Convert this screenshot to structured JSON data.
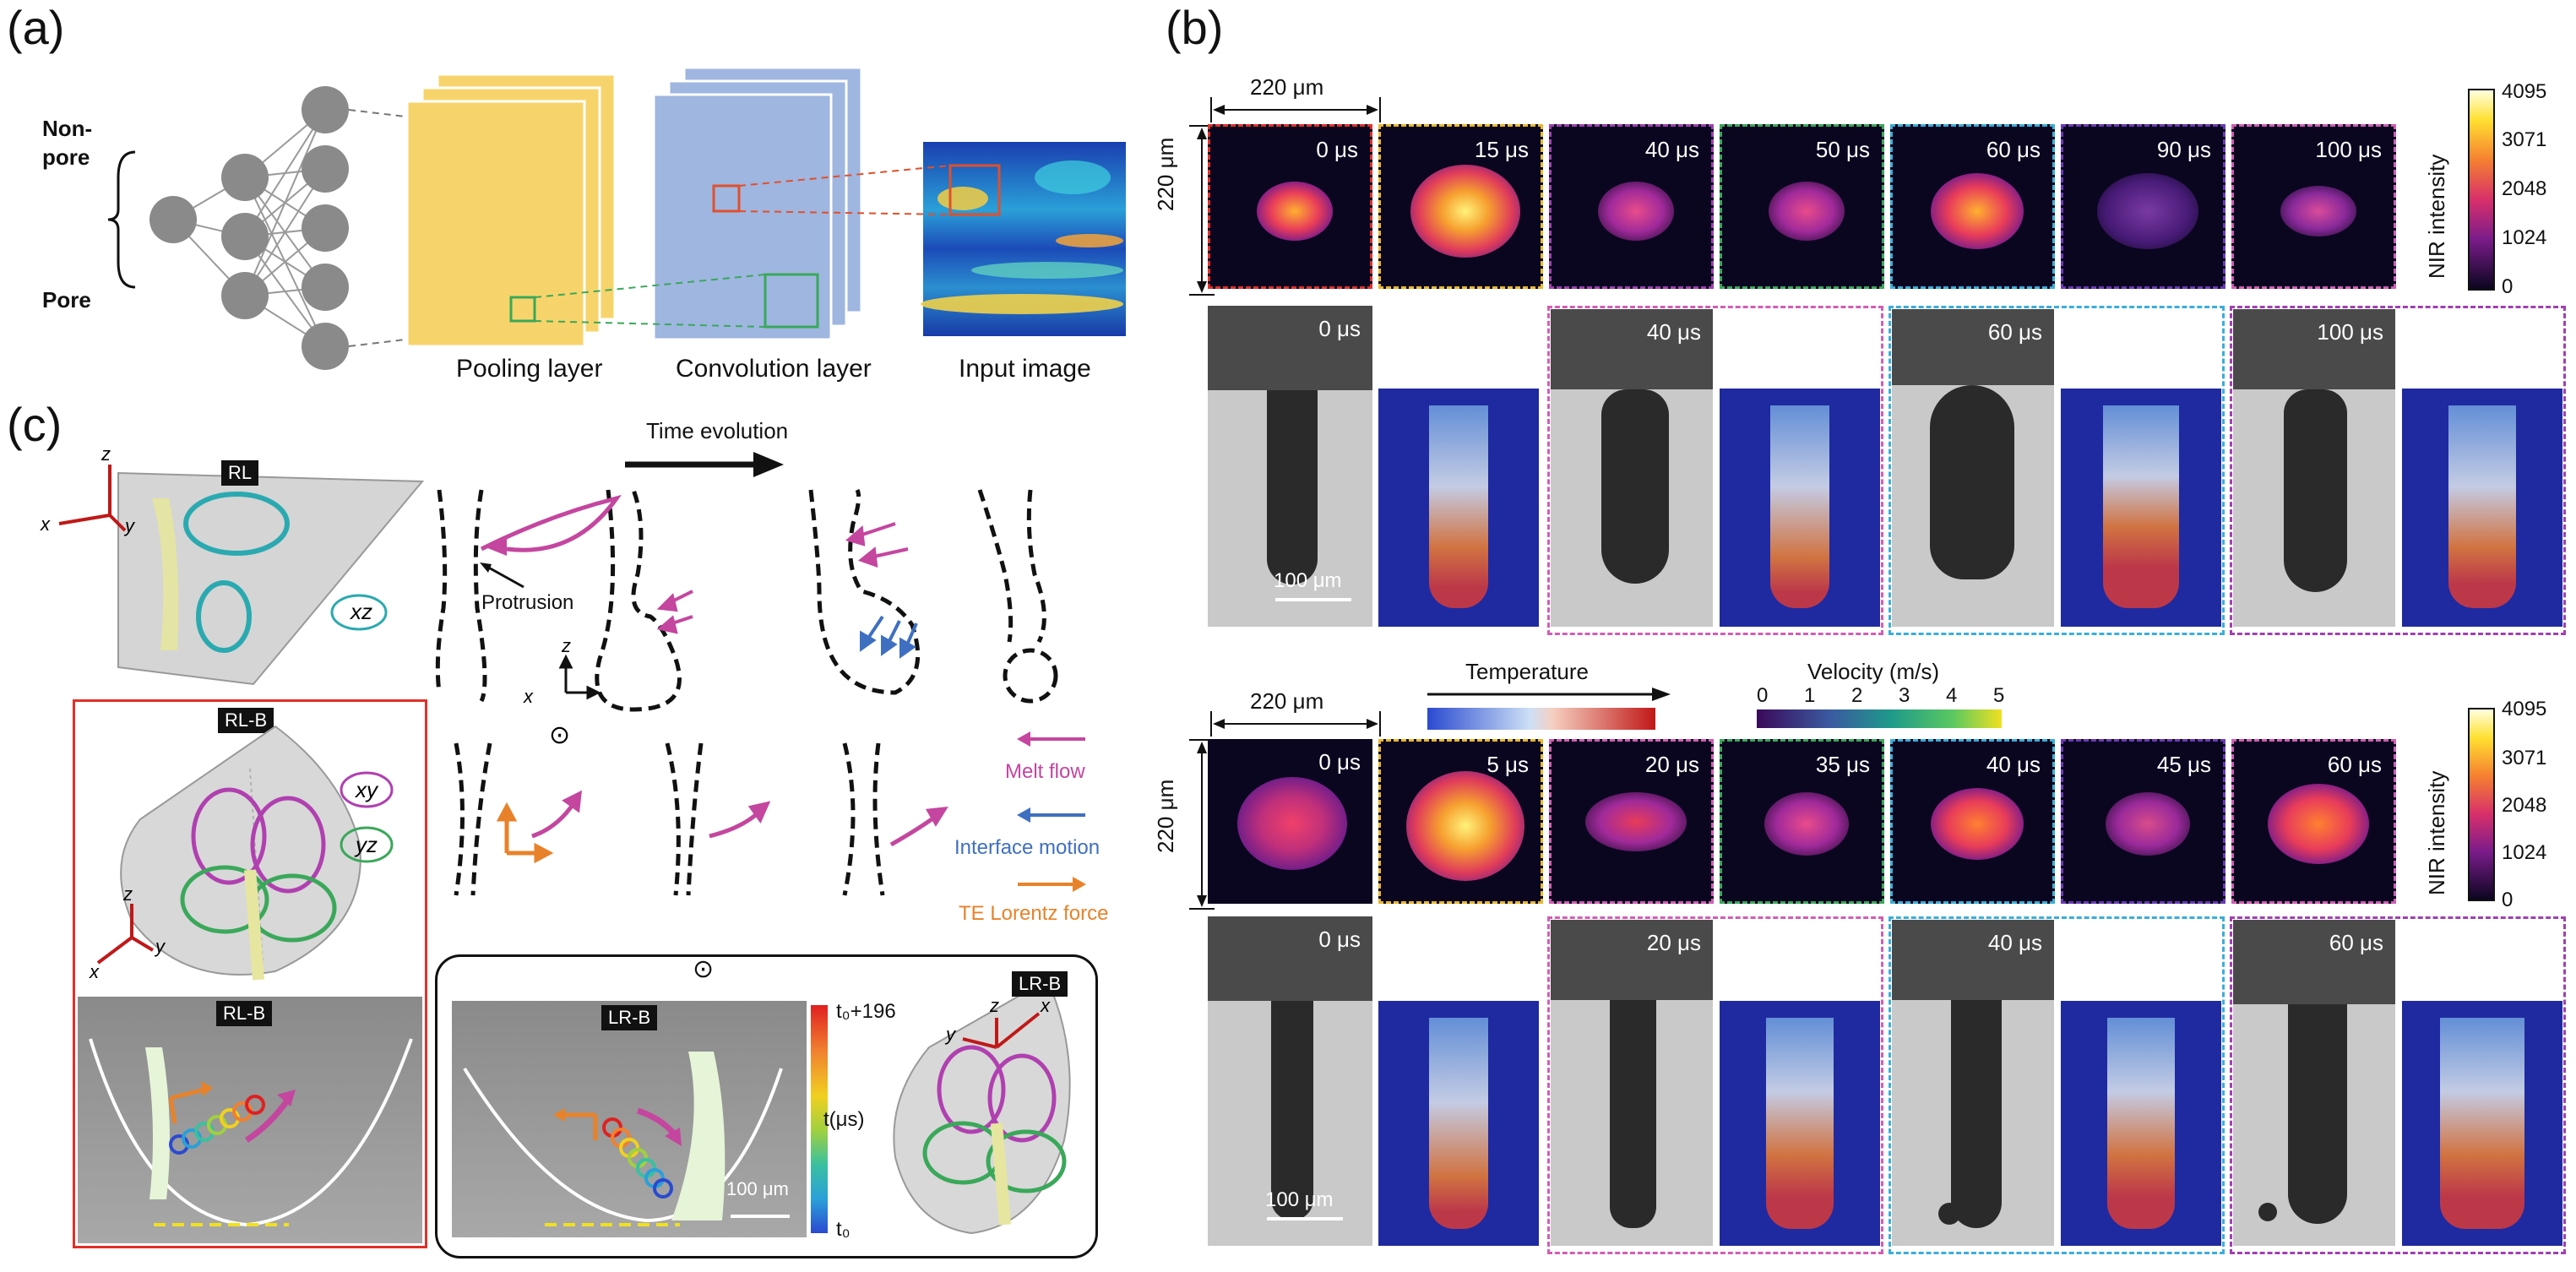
{
  "panels": {
    "a": {
      "label": "(a)",
      "outputs": {
        "non_pore": "Non-\npore",
        "non_pore_l1": "Non-",
        "non_pore_l2": "pore",
        "pore": "Pore"
      },
      "layers": {
        "pooling": "Pooling layer",
        "convolution": "Convolution layer",
        "input": "Input image"
      }
    },
    "b": {
      "label": "(b)",
      "scale_w": "220 μm",
      "scale_h": "220 μm",
      "scale_bar": "100 μm",
      "top_times": [
        "0 μs",
        "15 μs",
        "40 μs",
        "50 μs",
        "60 μs",
        "90 μs",
        "100 μs"
      ],
      "top_xray_times": [
        "0 μs",
        "40 μs",
        "60 μs",
        "100 μs"
      ],
      "bottom_times": [
        "0 μs",
        "5 μs",
        "20 μs",
        "35 μs",
        "40 μs",
        "45 μs",
        "60 μs"
      ],
      "bottom_xray_times": [
        "0 μs",
        "20 μs",
        "40 μs",
        "60 μs"
      ],
      "colorbar_label": "NIR intensity",
      "colorbar_ticks": [
        "4095",
        "3071",
        "2048",
        "1024",
        "0"
      ],
      "temperature_label": "Temperature",
      "velocity_label": "Velocity (m/s)",
      "velocity_ticks": [
        "0",
        "1",
        "2",
        "3",
        "4",
        "5"
      ]
    },
    "c": {
      "label": "(c)",
      "time_evolution": "Time evolution",
      "protrusion": "Protrusion",
      "legend": {
        "melt_flow": "Melt flow",
        "interface_motion": "Interface motion",
        "lorentz": "TE Lorentz force"
      },
      "badges": {
        "rl": "RL",
        "rlb": "RL-B",
        "rlb2": "RL-B",
        "lrb": "LR-B",
        "lrb2": "LR-B"
      },
      "planes": {
        "xz": "xz",
        "xy": "xy",
        "yz": "yz"
      },
      "axes": {
        "x": "x",
        "y": "y",
        "z": "z"
      },
      "time_cb": {
        "top": "t₀+196",
        "mid": "t(μs)",
        "bottom": "t₀"
      },
      "scale_bar": "100 μm",
      "odot": "⊙"
    }
  },
  "colors": {
    "pooling": "#f7d46b",
    "convolution": "#9fb6e0",
    "node": "#8a8a8a",
    "melt_flow": "#c4469f",
    "interface": "#3f6fc0",
    "lorentz": "#e8822a",
    "frame_red": "#e0302a",
    "frame_yellow": "#e9b830",
    "frame_purple": "#a040b0",
    "frame_green": "#3aa85a",
    "frame_blue": "#3aaed8",
    "frame_violet": "#6a3ab8",
    "frame_pink": "#d25db5"
  }
}
